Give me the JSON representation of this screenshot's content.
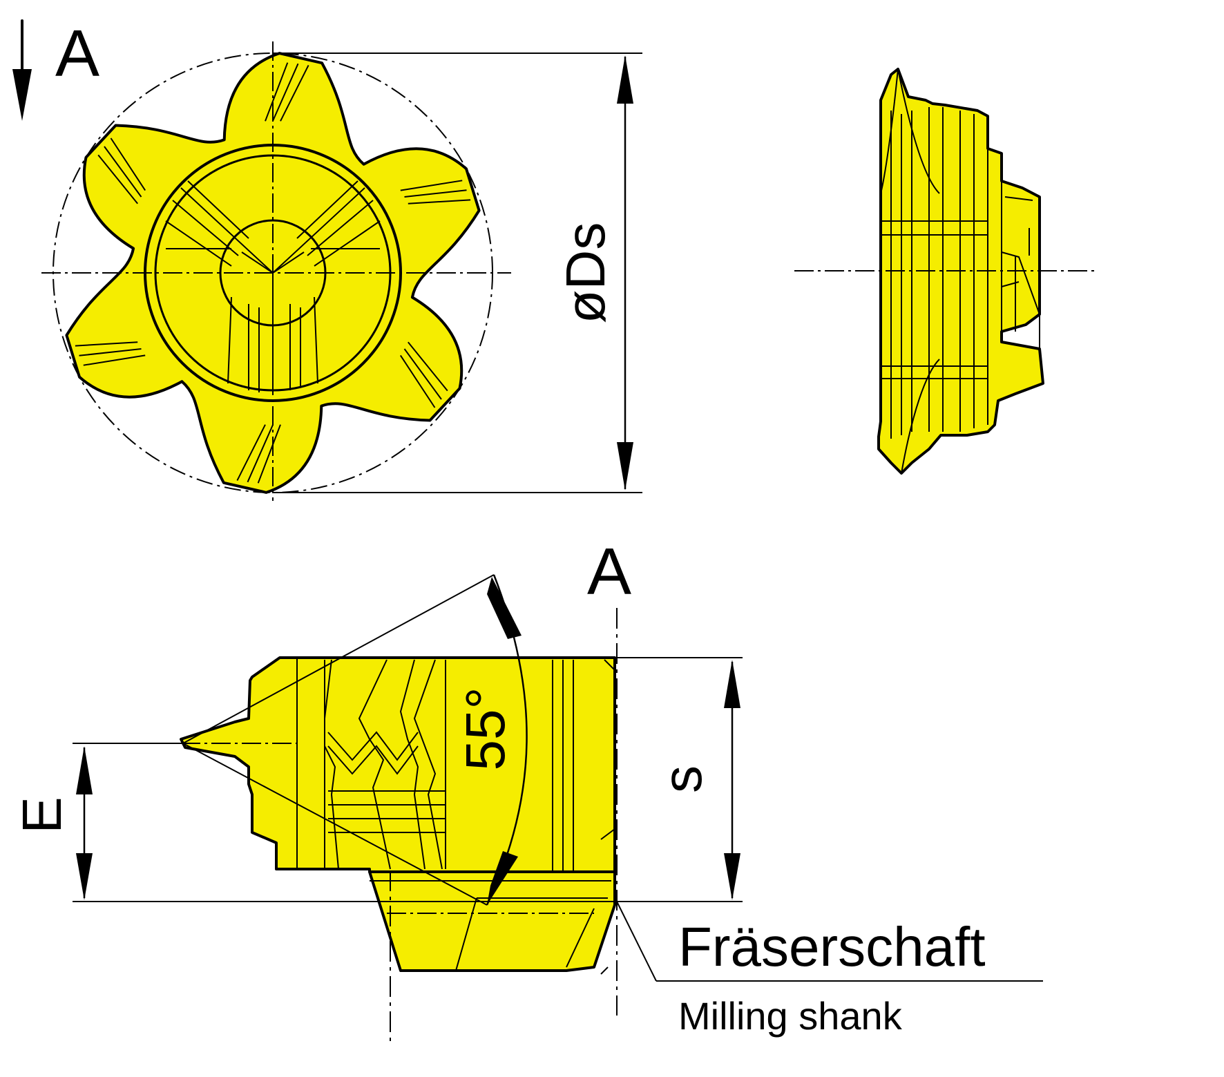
{
  "colors": {
    "insert": "#f5ed00",
    "line": "#000000",
    "background": "#ffffff"
  },
  "labels": {
    "view_marker_top": "A",
    "view_marker_section": "A",
    "diameter": "øDs",
    "angle": "55°",
    "width": "s",
    "offset": "E",
    "shank_de": "Fräserschaft",
    "shank_en": "Milling shank"
  }
}
